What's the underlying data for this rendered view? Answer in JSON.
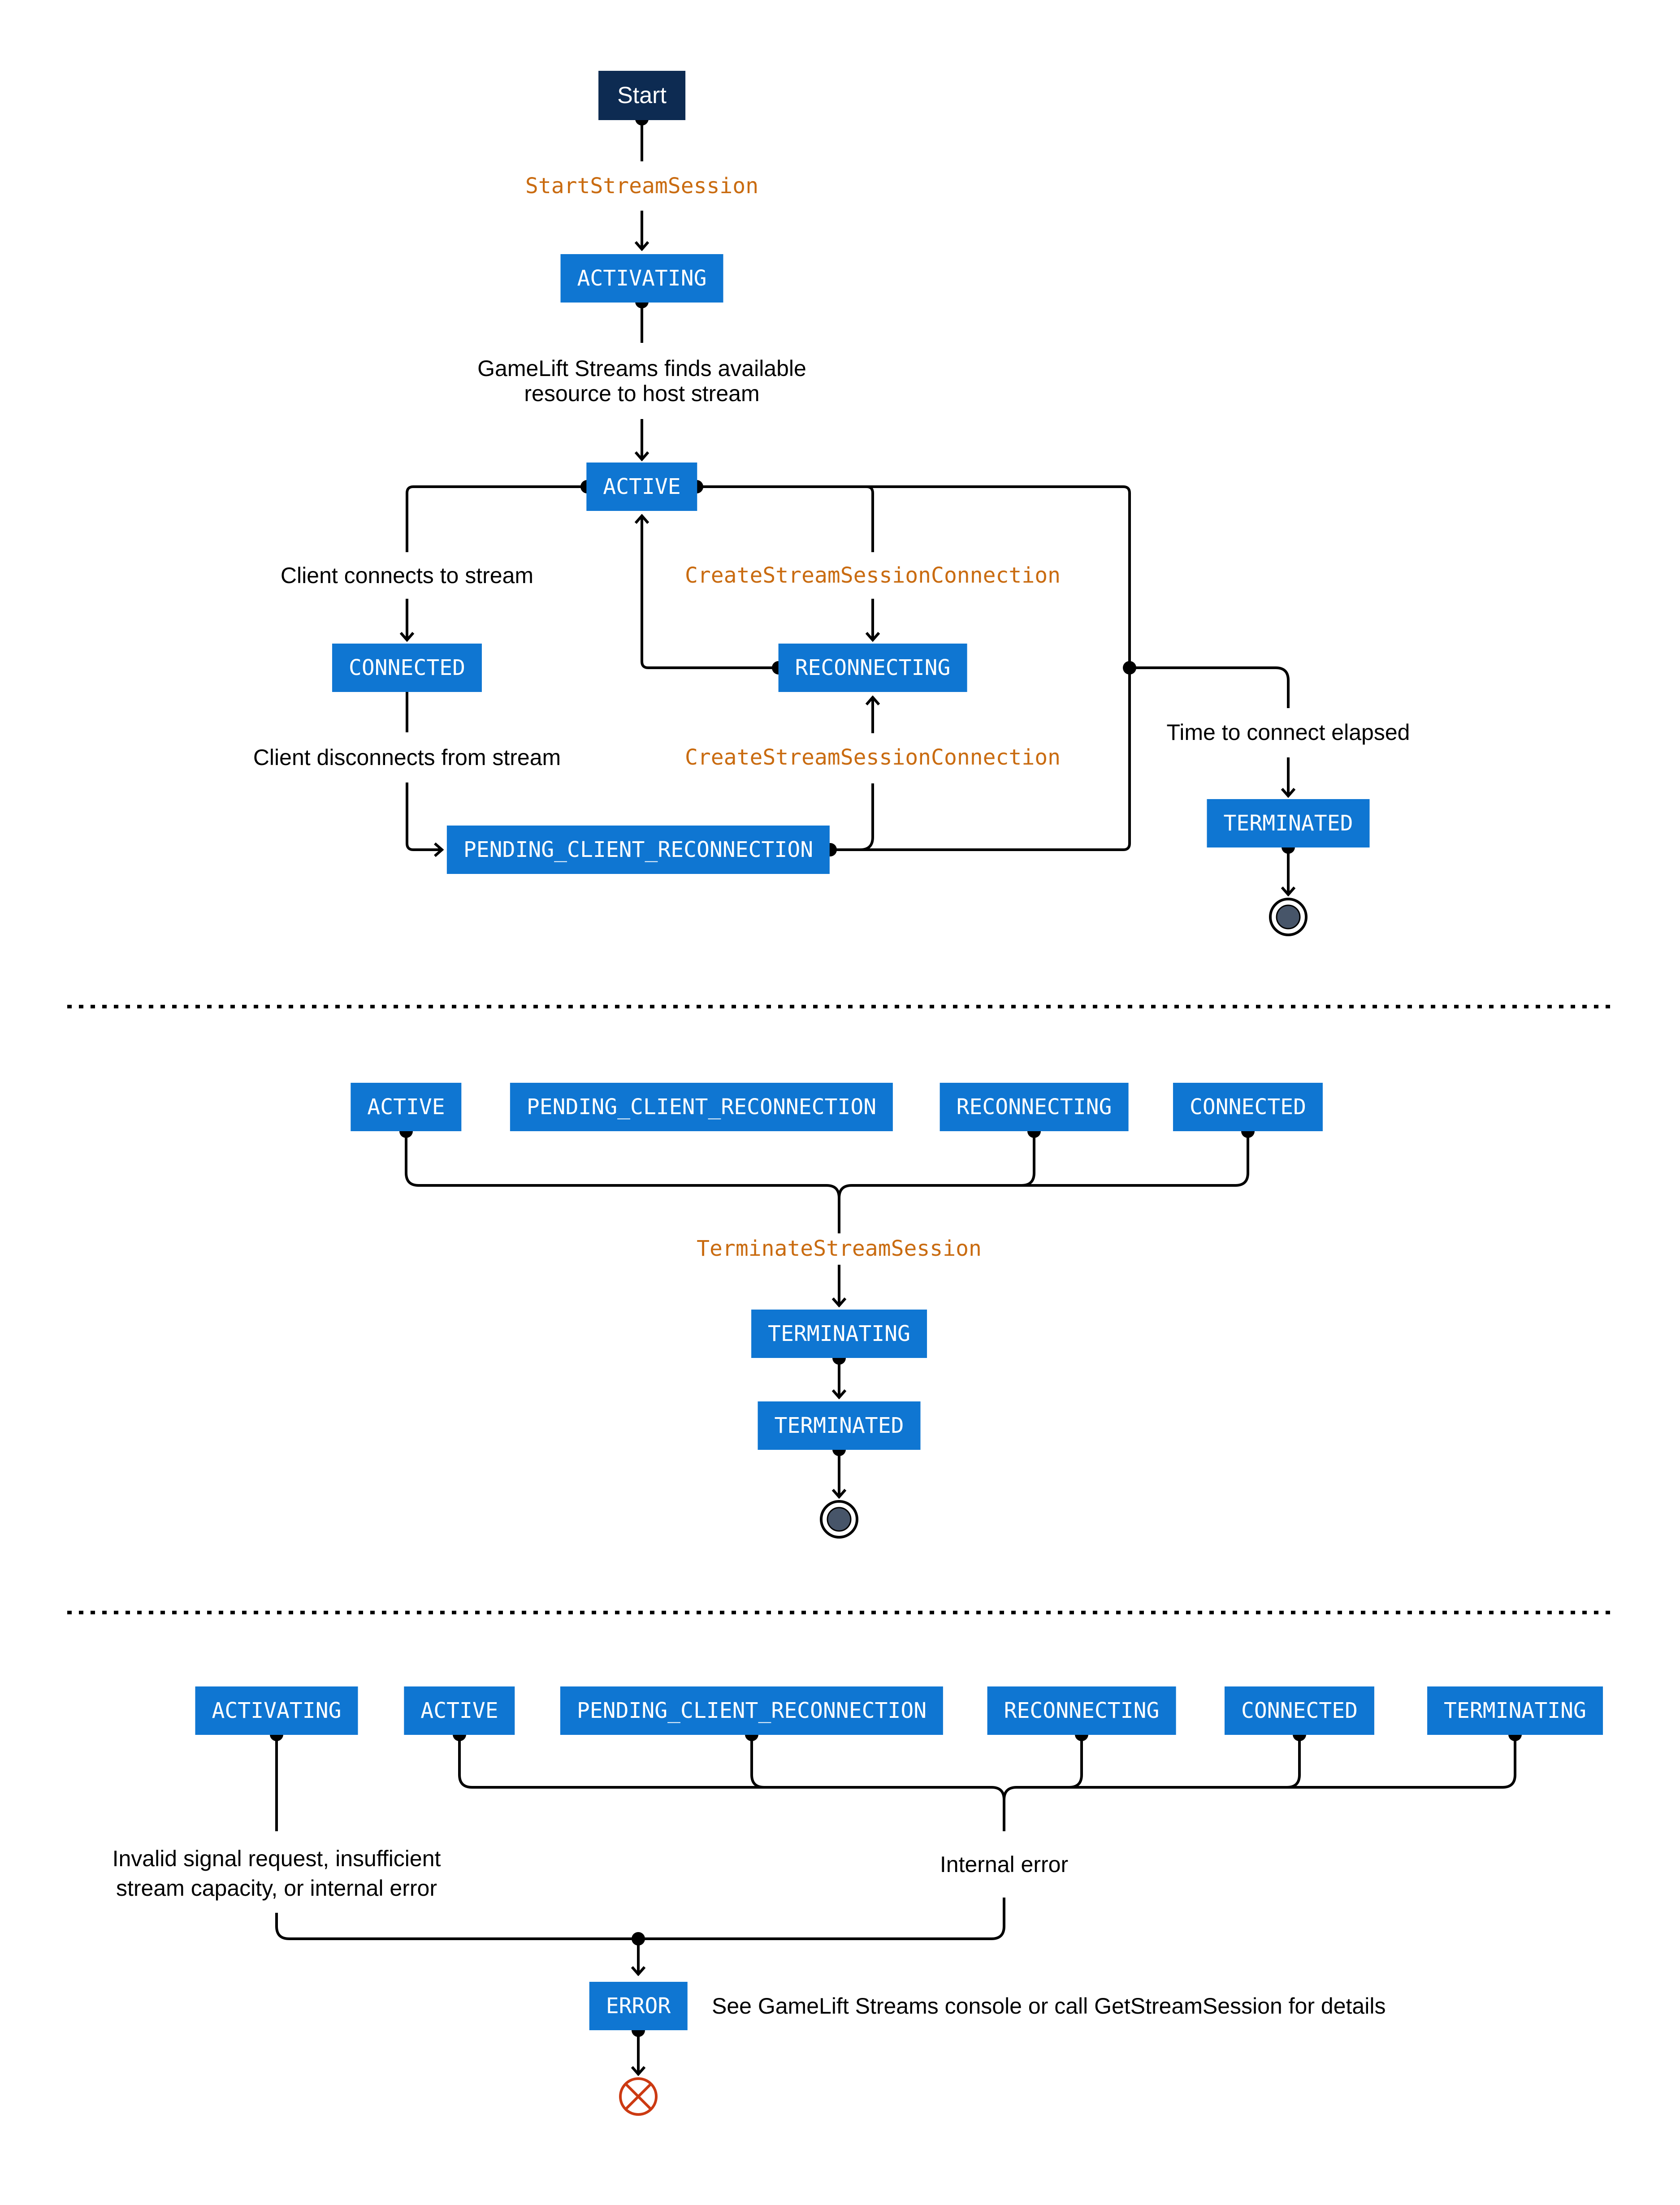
{
  "colors": {
    "stateBlue": "#0f76d2",
    "startNavy": "#0d2b52",
    "apiOrange": "#c96b10",
    "endFill": "#475569",
    "errorRed": "#cc3a12",
    "line": "#000000"
  },
  "s1": {
    "start": "Start",
    "start_stream_session": "StartStreamSession",
    "activating": "ACTIVATING",
    "finds_resource_line1": "GameLift Streams finds available",
    "finds_resource_line2": "resource to host stream",
    "active": "ACTIVE",
    "client_connects": "Client connects to stream",
    "connected": "CONNECTED",
    "client_disconnects": "Client disconnects from stream",
    "pending_client_reconnection": "PENDING_CLIENT_RECONNECTION",
    "create_stream_session_connection_top": "CreateStreamSessionConnection",
    "reconnecting": "RECONNECTING",
    "create_stream_session_connection_bottom": "CreateStreamSessionConnection",
    "time_to_connect_elapsed": "Time to connect elapsed",
    "terminated": "TERMINATED"
  },
  "s2": {
    "active": "ACTIVE",
    "pending_client_reconnection": "PENDING_CLIENT_RECONNECTION",
    "reconnecting": "RECONNECTING",
    "connected": "CONNECTED",
    "terminate_stream_session": "TerminateStreamSession",
    "terminating": "TERMINATING",
    "terminated": "TERMINATED"
  },
  "s3": {
    "activating": "ACTIVATING",
    "active": "ACTIVE",
    "pending_client_reconnection": "PENDING_CLIENT_RECONNECTION",
    "reconnecting": "RECONNECTING",
    "connected": "CONNECTED",
    "terminating": "TERMINATING",
    "invalid_signal_line1": "Invalid signal request, insufficient",
    "invalid_signal_line2": "stream capacity, or internal error",
    "internal_error": "Internal error",
    "error": "ERROR",
    "see_console": "See GameLift Streams console or call GetStreamSession for details"
  }
}
